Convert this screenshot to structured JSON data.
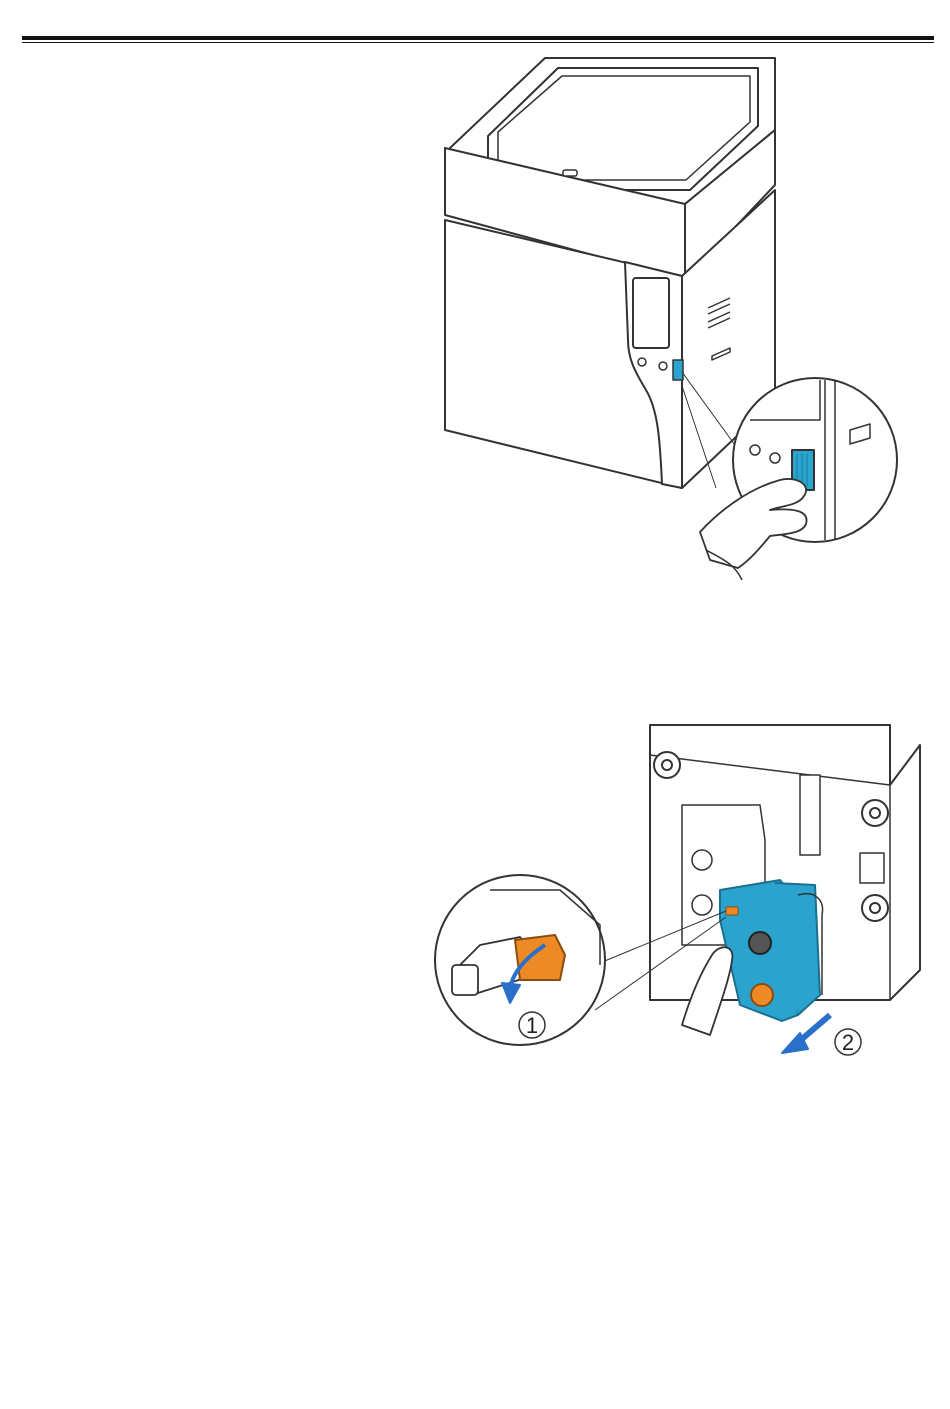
{
  "page": {
    "header": {
      "rules": "double-horizontal-rule"
    },
    "figure_1": {
      "subject": "printer-front-with-release-button",
      "colors": {
        "outline": "#333333",
        "button": "#2aa3cf"
      }
    },
    "figure_2": {
      "subject": "ribbon-cartridge-removal",
      "steps": [
        {
          "label": "1"
        },
        {
          "label": "2"
        }
      ],
      "colors": {
        "outline": "#333333",
        "cartridge": "#2aa3cf",
        "lever": "#ee8a25",
        "arrow": "#2a6fc9"
      }
    }
  }
}
